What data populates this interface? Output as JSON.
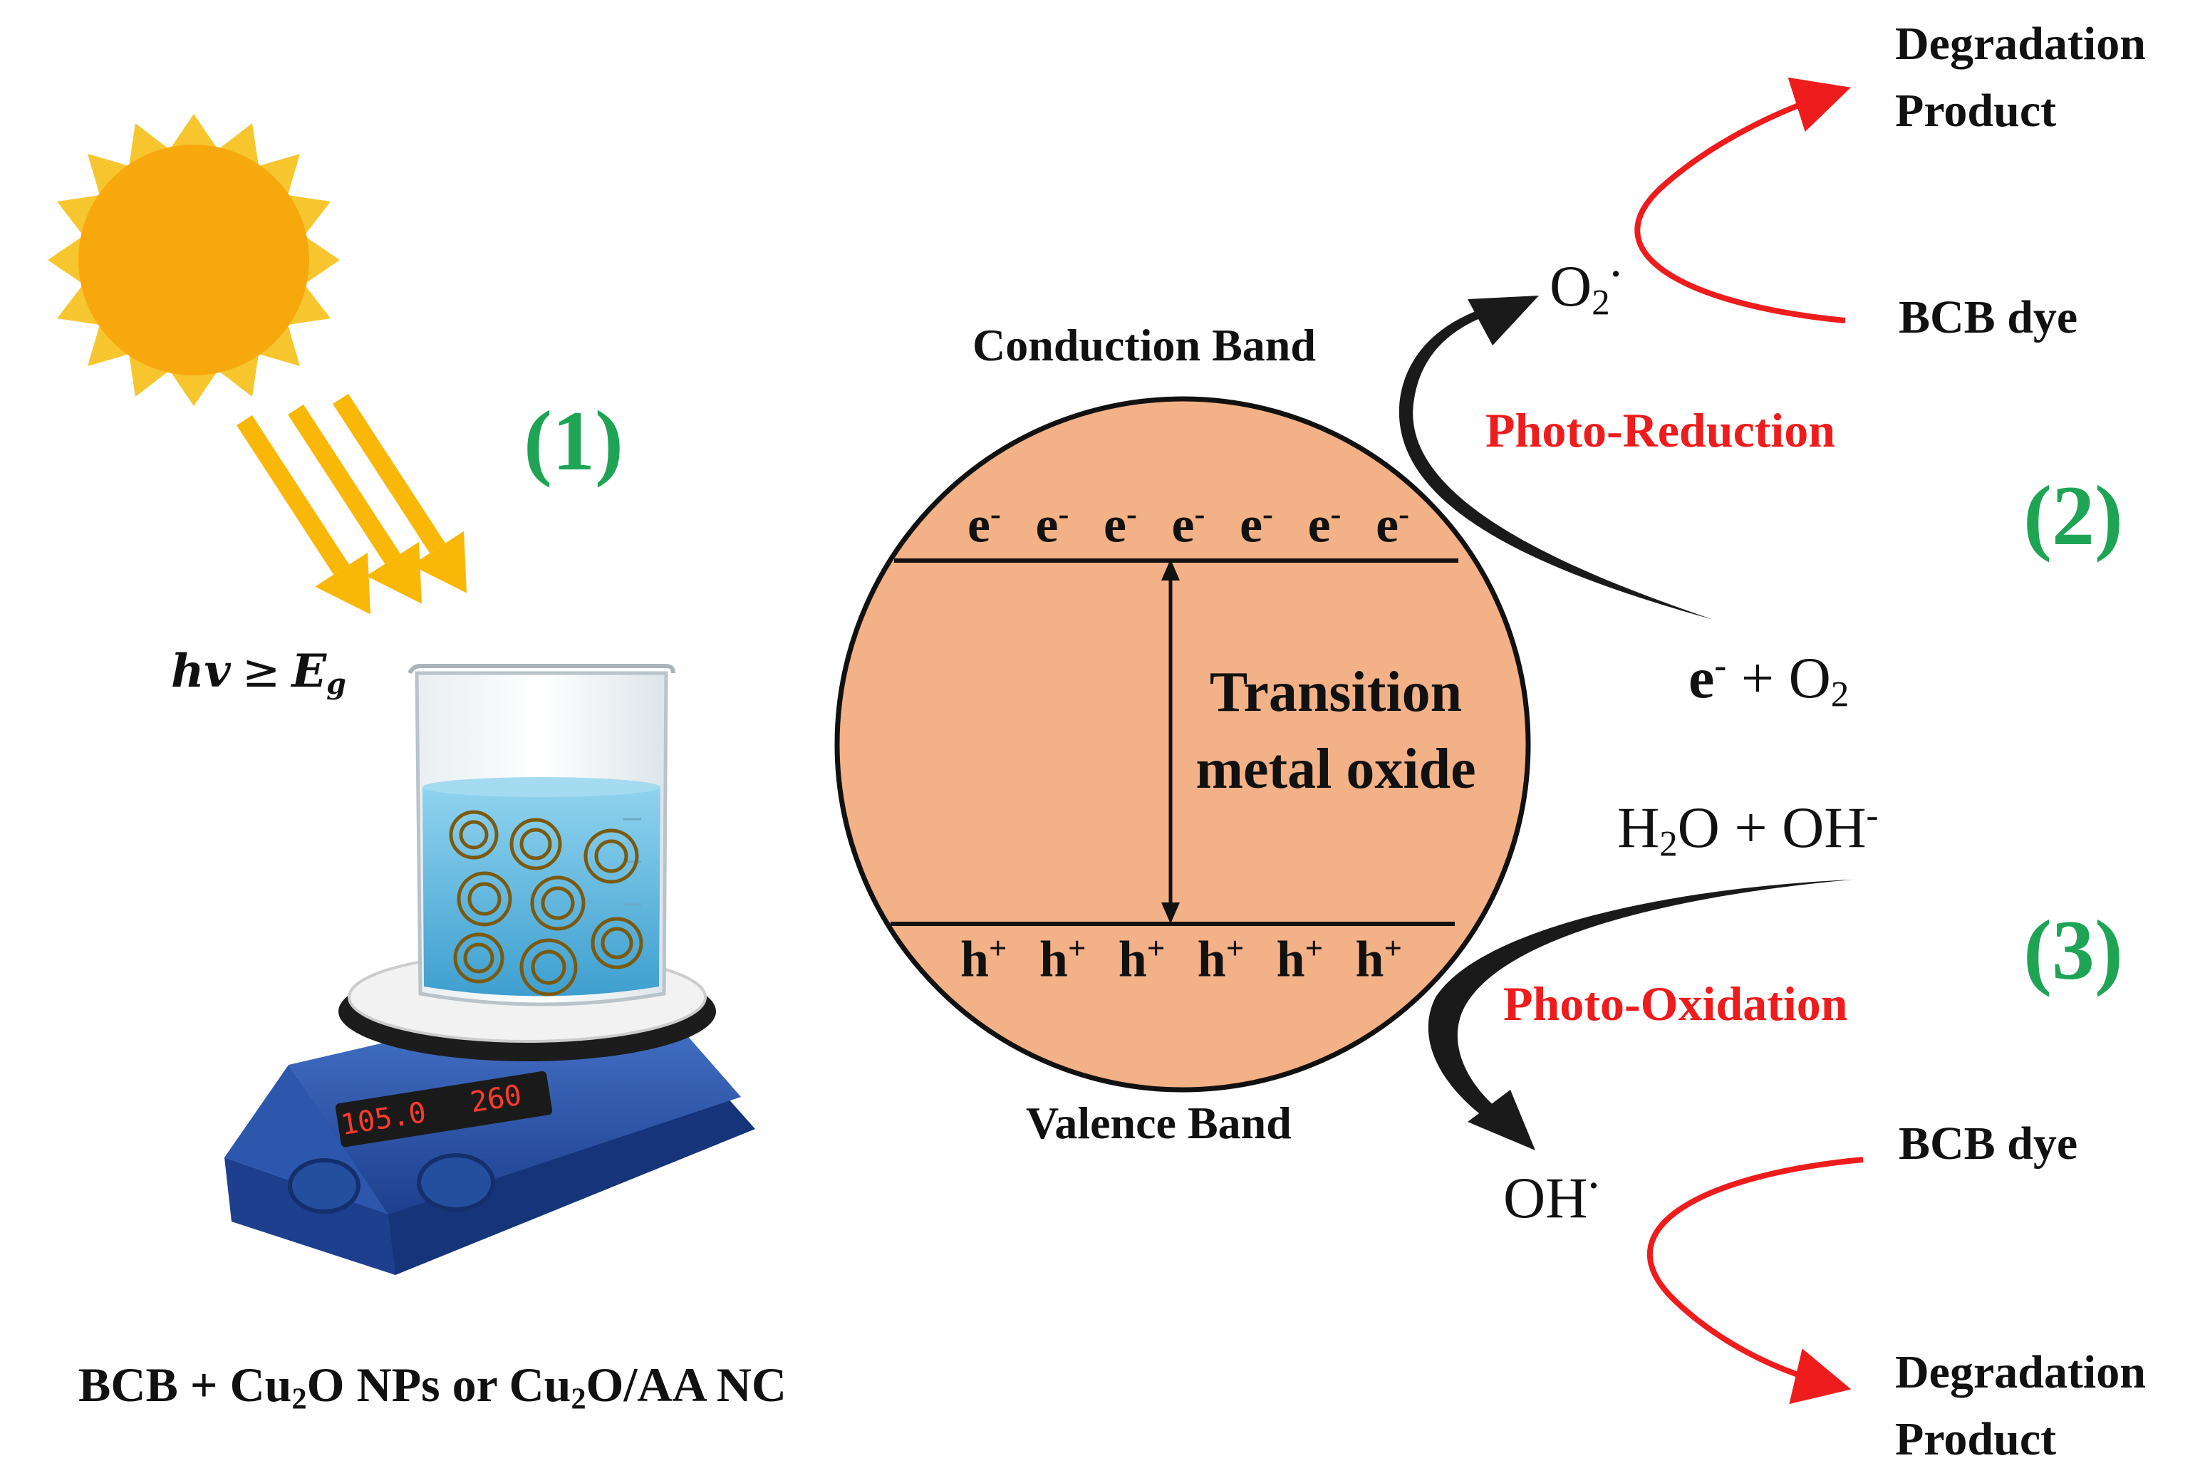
{
  "left": {
    "step_label": "(1)",
    "energy": {
      "h": "h",
      "v": "v",
      "op": "≥",
      "E": "E",
      "sub": "g"
    },
    "stirrer_display_1": "105.0",
    "stirrer_display_2": "260",
    "caption": {
      "p1": "BCB + Cu",
      "s1": "2",
      "p2": "O NPs or Cu",
      "s2": "2",
      "p3": "O/AA NC"
    }
  },
  "center": {
    "conduction_band": "Conduction Band",
    "valence_band": "Valence Band",
    "material_line1": "Transition",
    "material_line2": "metal oxide",
    "electrons": [
      "e",
      "e",
      "e",
      "e",
      "e",
      "e",
      "e"
    ],
    "electron_charge": "-",
    "holes": [
      "h",
      "h",
      "h",
      "h",
      "h",
      "h"
    ],
    "hole_charge": "+"
  },
  "reduction": {
    "step_label": "(2)",
    "process": "Photo-Reduction",
    "reactant": {
      "e": "e",
      "charge": "-",
      "rest": " + O",
      "sub": "2"
    },
    "radical": {
      "O": "O",
      "sub": "2",
      "dot": "·"
    },
    "dye": "BCB dye",
    "product_line1": "Degradation",
    "product_line2": "Product"
  },
  "oxidation": {
    "step_label": "(3)",
    "process": "Photo-Oxidation",
    "reactant": {
      "H": "H",
      "sub": "2",
      "rest": "O + OH",
      "charge": "-"
    },
    "radical": {
      "OH": "OH",
      "dot": "·"
    },
    "dye": "BCB dye",
    "product_line1": "Degradation",
    "product_line2": "Product"
  },
  "colors": {
    "sun_outer": "#f7c62e",
    "sun_inner": "#f6a80d",
    "light_arrows": "#f9b708",
    "oxide_fill": "#f3b187",
    "label_green": "#1fa456",
    "label_red": "#ee1c1c",
    "liquid": "#62b9dc",
    "stirrer_body": "#2f5db6"
  }
}
